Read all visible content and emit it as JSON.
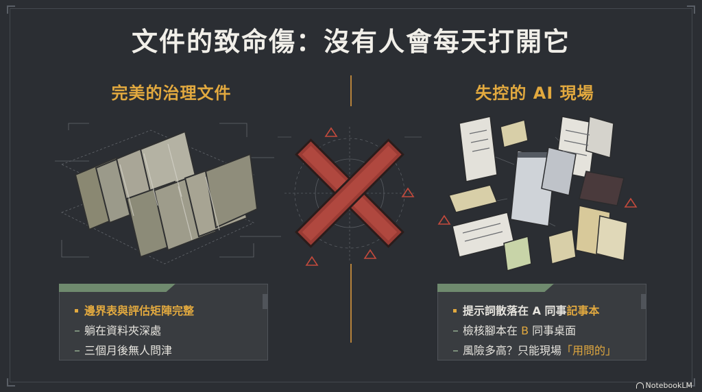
{
  "title": "文件的致命傷：沒有人會每天打開它",
  "left": {
    "subtitle": "完美的治理文件",
    "items": [
      {
        "text": "邊界表與評估矩陣完整",
        "style": "highlight"
      },
      {
        "text": "躺在資料夾深處",
        "style": "normal"
      },
      {
        "text": "三個月後無人問津",
        "style": "normal"
      }
    ]
  },
  "right": {
    "subtitle": "失控的 AI 現場",
    "items": [
      {
        "pre": "提示詞散落在 A 同事",
        "hl": "記事本",
        "post": ""
      },
      {
        "pre": "檢核腳本在 ",
        "hl": "B",
        "post": " 同事桌面"
      },
      {
        "pre": "風險多高？只能現場",
        "hl": "「用問的」",
        "post": ""
      }
    ]
  },
  "icons": {
    "center": "red-x-cross-icon",
    "left_art": "folder-stack-icon",
    "right_art": "scattered-documents-icon",
    "warning": "warning-triangle-icon"
  },
  "colors": {
    "background": "#2b2e33",
    "accent": "#e2a93f",
    "cross": "#9a3b34",
    "tab": "#6f8a6e"
  },
  "branding": "NotebookLM"
}
